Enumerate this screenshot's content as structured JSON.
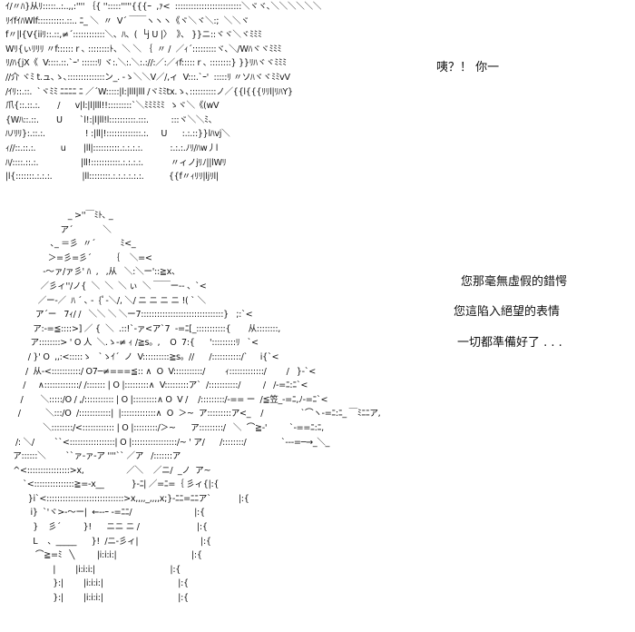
{
  "art": {
    "top_panel": "ｲ/〃ﾊ}从ﾘ:::::..:..,,:'''' ｛{ '':::::'''''{{{ｰ  ,ｧ<  :::::::::::::::::::::::::＼ヾヾ､＼＼＼＼＼＼\nﾘｲfｲﾊWlf::::::::::.::.. ﾆ_ ＼  〃  V´ ￣￣ヽヽヽ《ヾ＼ヾ＼:;  ＼＼ヾ\nf〃|l{V{iiﾘ::.::,≠´::::::::::::＼、ﾊ、(  └j U |〉  》、 }}ニ::ヾヾ＼ヾﾐﾐﾐ\nWﾘ{ぃﾘﾘﾘ 〃f:::::: r ､ ::::::::ﾄ、＼ ＼ ｛  〃 /  ／ｨ´:::::::::ヾ､＼/Wﾊヾヾﾐﾐﾐ\nﾘ/ﾊ{jX《  V::::.::.`ｰ' ::::::ﾘ ヾ:.＼:.＼:.://:／:／ｨf::::: r ､ ::::::::} }}ﾘﾊヾヾﾐﾐﾐ\n//介 ヾﾐ t.ュ､ゝ､::::::::::::::ン_. -ゝ＼＼V／/,ィ  V:::.`ｰ'  :::::ﾘ 〃ソﾊヾヾﾐﾐvV\n/ｲﾘ::.::.  `ヾﾐﾐ ﾆﾆﾆﾆ ﾆ ／´W:::::|l:|lll|lll /ヾﾐﾐtx.ゝ､::::::::::ノ／{{l{{{ﾘﾘl|ﾘﾊY}\n爪{::.::.:.       /      v|l:|l|lll!!:::::::::`＼ﾐﾐﾐﾐﾐ  ゝヾ＼《(wV\n{Wﾊ::.::.       U       `l!:|l|ll!l::::::::::.:::.         :::ヾ＼＼ﾐ、\nﾊﾉﾘﾘ}:.::.:.                ! :|ll|!:::::::::::::.:.     U      :.:.::}}lﾊvj＼\nｨ//::.::.:.          u       |ll|::::::::::.:.:.:.:.           :.:.:.ﾉﾘ/ﾊw丿l\nﾊ/::::.::.:.                 |ll!:::::::::::.:.:.:.:.           〃ィノjﾘﾉ||lWﾘ\n|l{:::::::.:.:.:.            |ll::::::::.:.:.:.:.:.:.          {{f〃ｨﾘﾘ|ljﾘl|",
    "bottom_panel": "                         _ >''￣ﾐﾄ､ _\n                      ア´            ＼\n                  ､_ ＝彡  〃´          ﾐ<_\n                 ＞=彡=彡´        ｛    ＼=<\n               -～ァ/ァ彡' ﾊ  ,   ,从   ＼:＼ー'::≧x、\n              ／彡ィ''/ノ{  ＼  ＼  ＼ ぃ  ＼ ￣￣ー-- 、`<\n             ／ー-／  ﾊ ´ ､ -  {ﾟ-＼/, ＼/ ニ ニ ニ ニ !( ` ＼\n            ア´ー   7ｨ/ /   ＼＼ ＼ ＼ー7:::::::::::::::::::::::::::::::}   ;:`<\n           ア:-=≦::::>] ／ {  ＼  .::!`-ァ<ア`7  -=ﾆ[_:::::::::::{       从::::::::,\n          ア::::::::> ' O 人  ＼.ゝ-≠ ｨ /≧s。,    O  7:{      ':::::::::ﾘ   `<\n         / }' O  ,,:<:::::ゝ   `ゝｲ´  ノ  V::::::::::≧s。//      /:::::::::::/`     i{`<\n        /  从-<:::::::::::/ O7─≠===≦:: ∧  O  V:::::::::::/        ｨ:::::::::::::/        /   }-`<\n       /     ∧:::::::::::::/ /::::::: | O |:::::::::∧  V:::::::::ア`  /:::::::::::/         /   /-=ﾆ:ﾆ`<\n      /       ＼:::::/O / ,/::::::::::: | O |:::::::::∧ O  V /    /:::::::::/-== ー  /≦笠_-=ﾆ,ﾉ-=ﾆ`<\n     /          ＼:::/O  /::::::::::::|  |:::::::::::::∧  O  ＞~  ア:::::::::ア<_    /               `⌒ヽ-=ﾆ:ﾆ_ ￣ﾐﾆﾆア,\n               ＼::::::::/<:::::::::::: | O |:::::::::/＞~      ア:::::::::/   ＼  ⌒≧-'         `-==ﾆ:ﾆ,\n    /: ＼/        ``<:::::::::::::::::| O |:::::::::::::::::/~ ' ア/      /::::::::/              `---=─→_＼_\n   ア::::::＼        ``ァ-ァ-ア ''''`` ／ア   /:::::::ア\n   ^<::::::::::::::::>x,                 ／＼    ／ニ/  _ノ  ア~\n       `<:::::::::::::::≧=-x__           }-ﾆ| ／=ﾆ=｛ 彡ィ{|:{\n         }i`<:::::::::::::::::::::::::::::>x,,,,_,,,,x;}-ﾆﾆ=ﾆﾆア`           |:{\n          i}  `'ヾ>-～ー|  ←--ｰ -=ﾆﾆ/                         |:{\n           }    彡´         }!      ニニ ニ /                       |:{\n           L    、_____      }!  /ニ-彡ィ|                         |:{\n            ⌒≧=ﾐ   ╲         |i:i:i:|                              |:{\n                   |        |i:i:i:|                              |:{\n                   }:|        |i:i:i:|                              |:{\n                   }:|        |i:i:i:|                              |:{"
  },
  "captions": {
    "line_1": "咦？！ 你一",
    "line_2": "您那毫無虛假的錯愕",
    "line_3": "您這陷入絕望的表情",
    "line_4": "一切都準備好了 . . ."
  }
}
